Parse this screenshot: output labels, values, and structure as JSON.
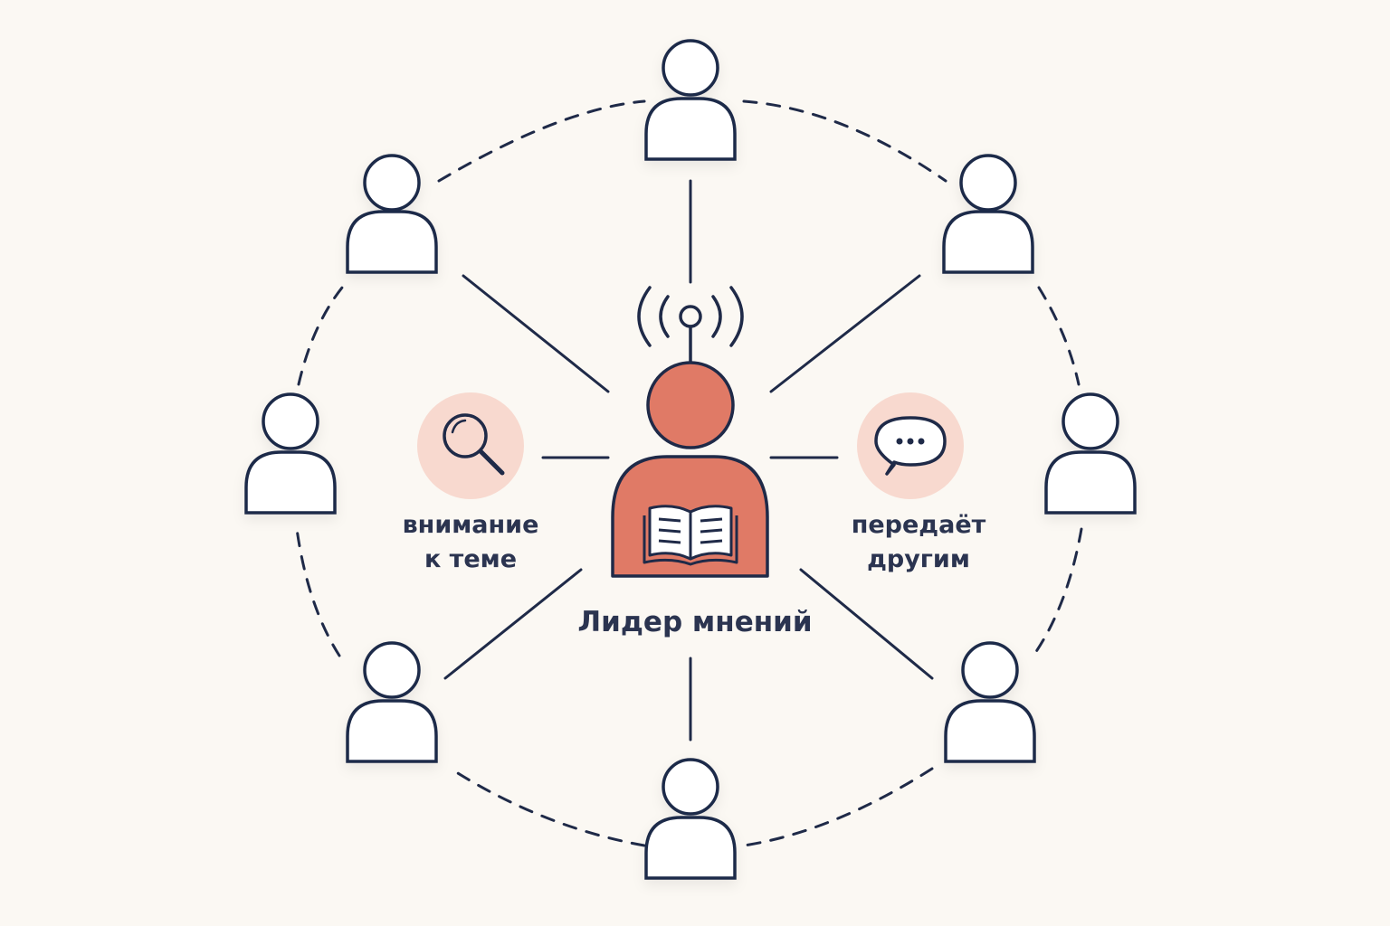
{
  "leader": {
    "label": "Лидер мнений",
    "icon_body": "person-with-book-icon",
    "icon_signal": "broadcast-antenna-icon"
  },
  "left_node": {
    "icon": "magnifier-icon",
    "label_line1": "внимание",
    "label_line2": "к теме"
  },
  "right_node": {
    "icon": "speech-bubble-icon",
    "label_line1": "передаёт",
    "label_line2": "другим"
  },
  "followers": {
    "count": 8,
    "icon": "person-outline-icon"
  },
  "colors": {
    "background": "#fbf8f3",
    "stroke": "#1f2a48",
    "accent": "#e07a66",
    "accent_light": "#f8d9cf",
    "text": "#2b3450"
  }
}
